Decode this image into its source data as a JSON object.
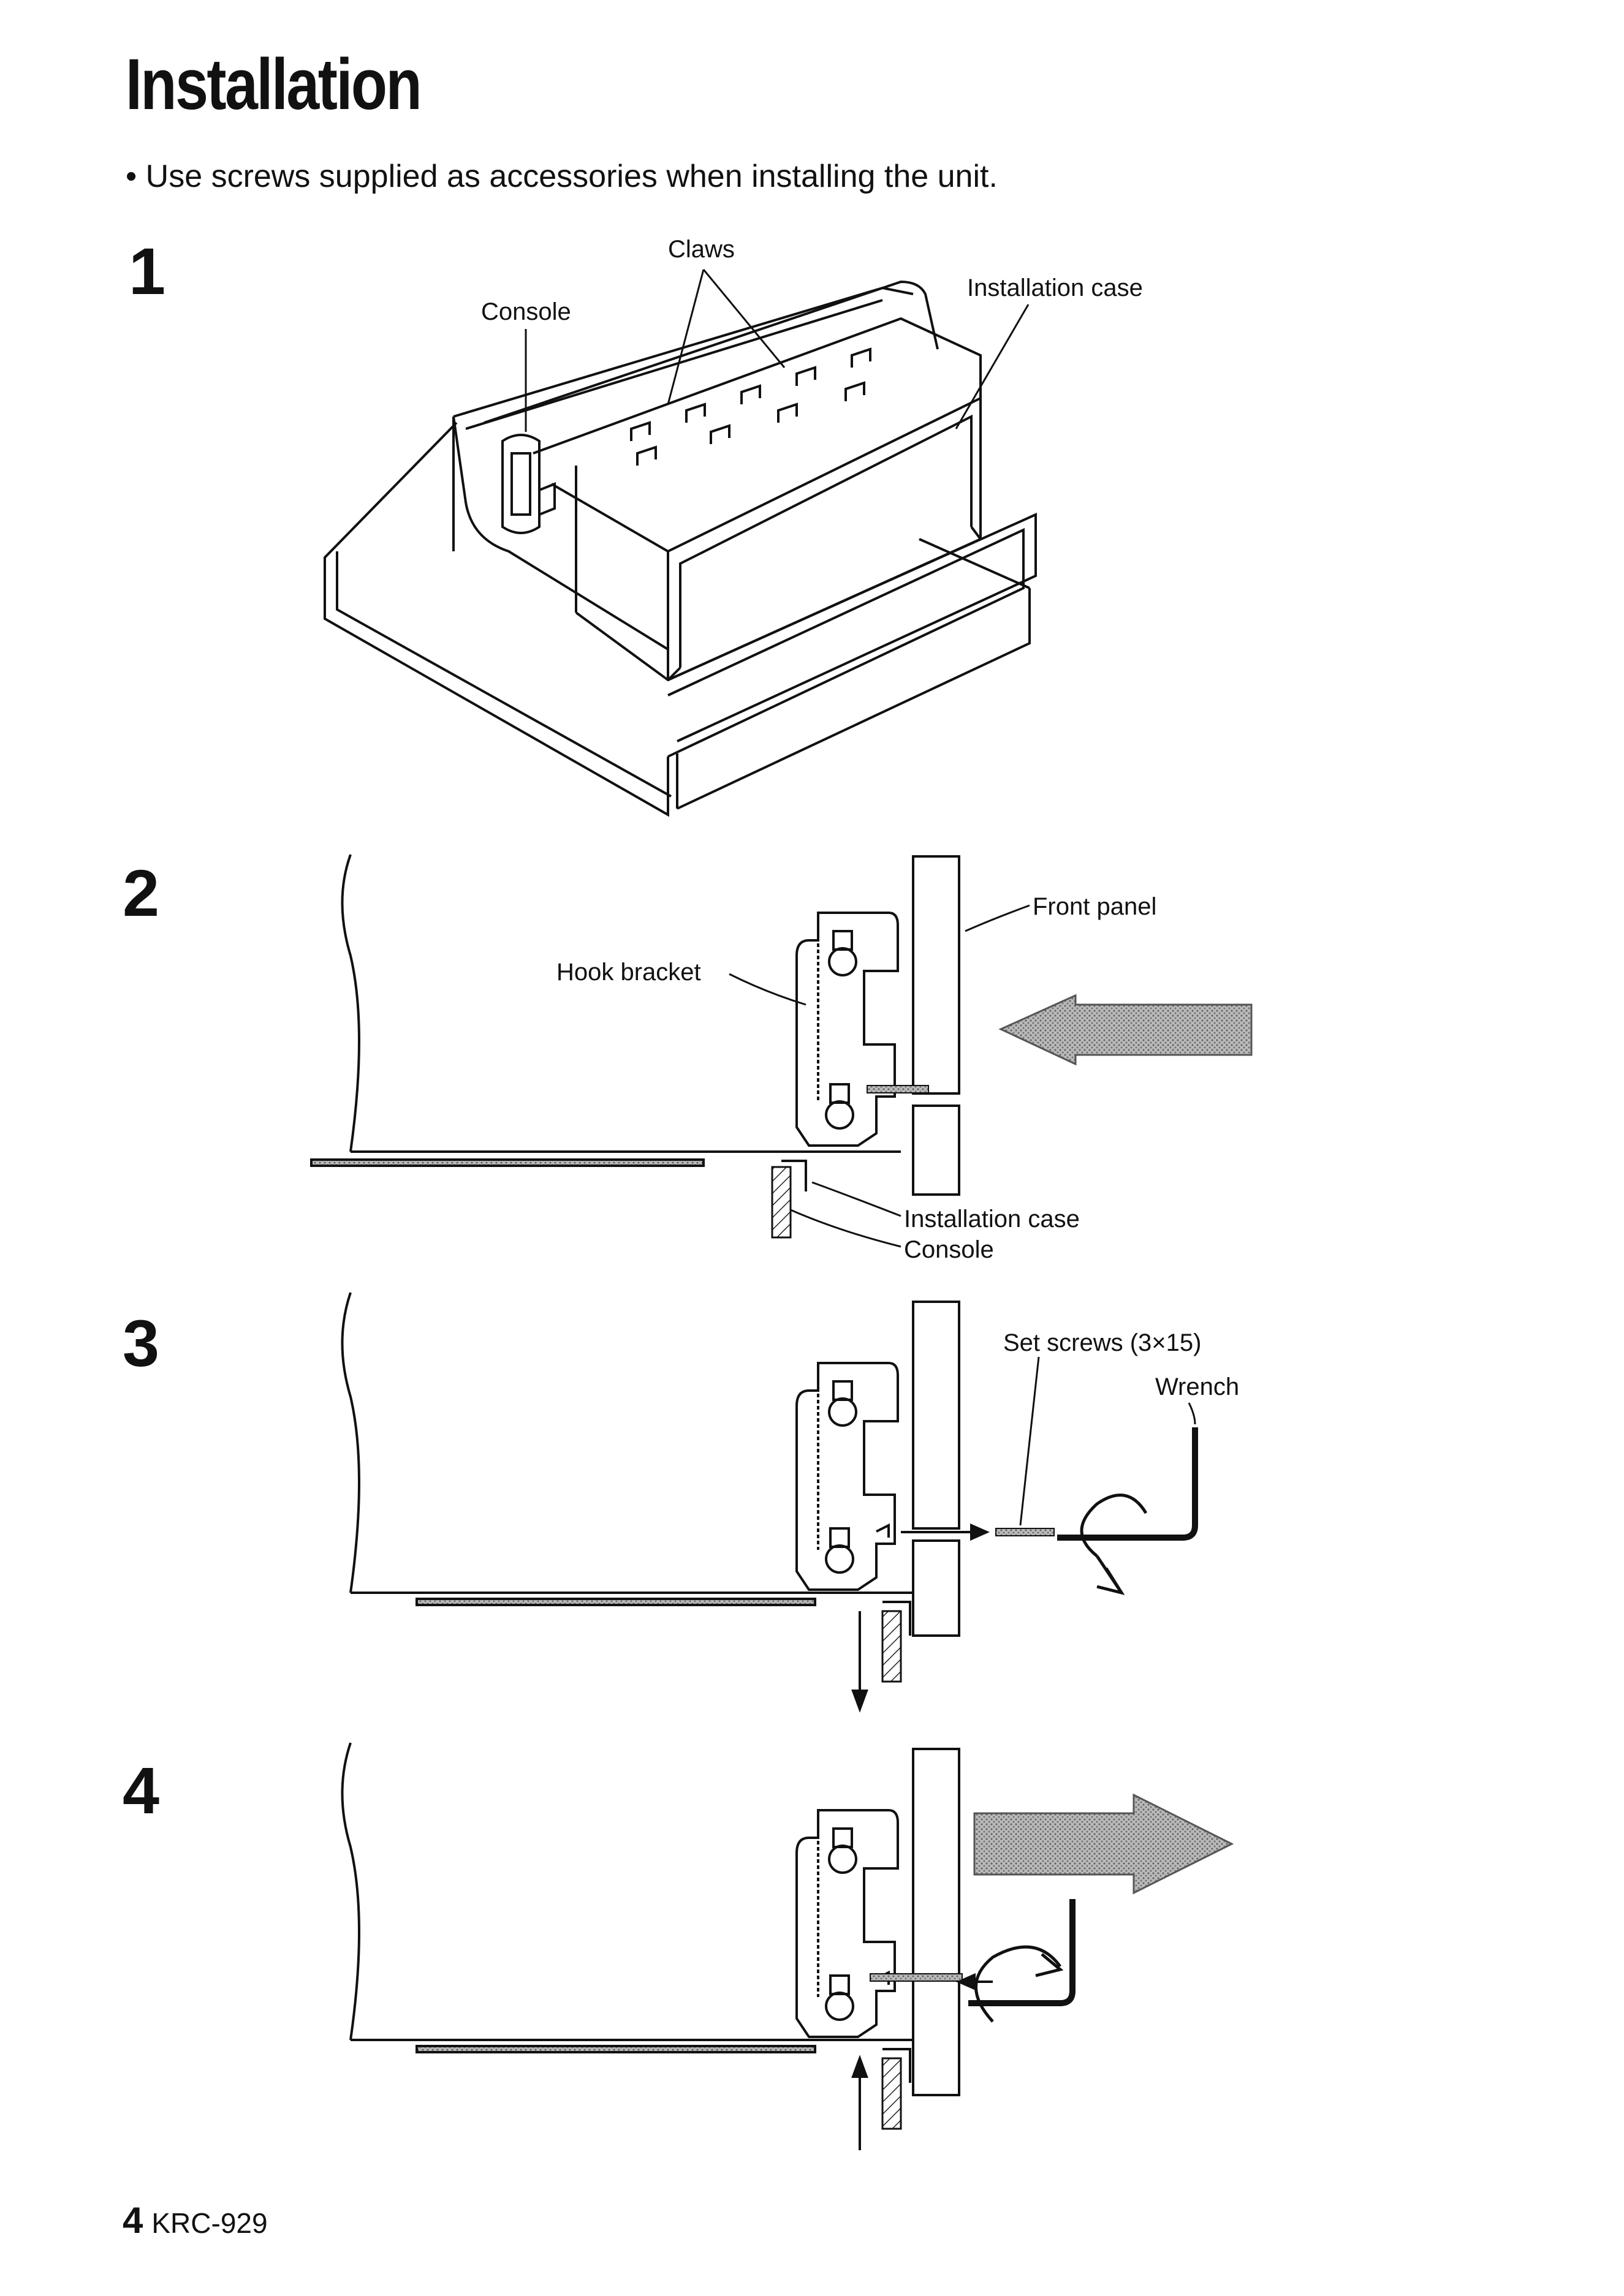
{
  "page": {
    "title": "Installation",
    "bullet": "• Use screws supplied as accessories when installing the unit."
  },
  "steps": {
    "s1": {
      "number": "1",
      "labels": {
        "claws": "Claws",
        "console": "Console",
        "installation_case": "Installation case"
      }
    },
    "s2": {
      "number": "2",
      "labels": {
        "front_panel": "Front panel",
        "hook_bracket": "Hook bracket",
        "installation_case": "Installation case",
        "console": "Console"
      }
    },
    "s3": {
      "number": "3",
      "labels": {
        "set_screws": "Set screws (3×15)",
        "wrench": "Wrench"
      }
    },
    "s4": {
      "number": "4"
    }
  },
  "footer": {
    "page_number": "4",
    "model": "KRC-929"
  }
}
